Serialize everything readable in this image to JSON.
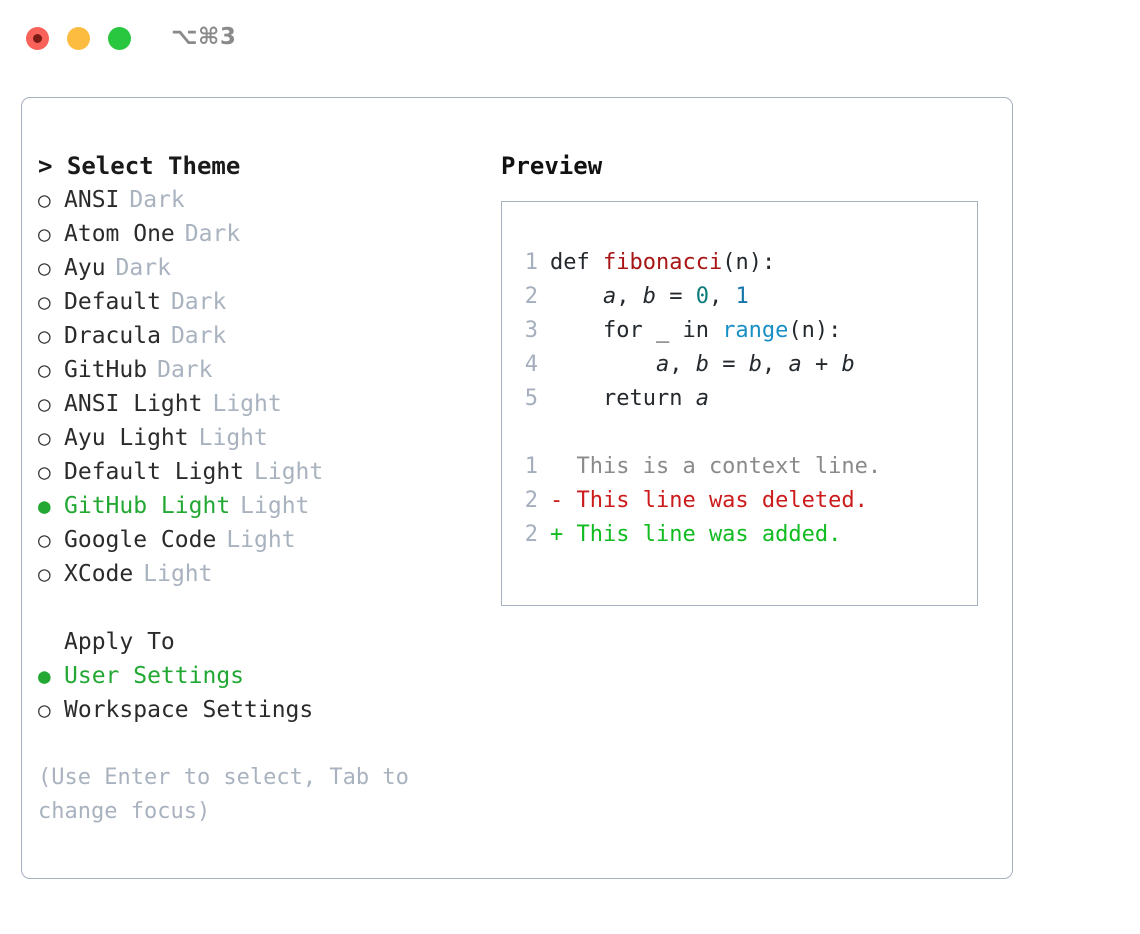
{
  "titlebar": {
    "shortcut": "⌥⌘3",
    "lights": [
      "close-red",
      "minimize-yellow",
      "zoom-green"
    ]
  },
  "theme_panel": {
    "heading": "> Select Theme",
    "items": [
      {
        "marker": "○",
        "name": "ANSI",
        "variant": "Dark",
        "selected": false
      },
      {
        "marker": "○",
        "name": "Atom One",
        "variant": "Dark",
        "selected": false
      },
      {
        "marker": "○",
        "name": "Ayu",
        "variant": "Dark",
        "selected": false
      },
      {
        "marker": "○",
        "name": "Default",
        "variant": "Dark",
        "selected": false
      },
      {
        "marker": "○",
        "name": "Dracula",
        "variant": "Dark",
        "selected": false
      },
      {
        "marker": "○",
        "name": "GitHub",
        "variant": "Dark",
        "selected": false
      },
      {
        "marker": "○",
        "name": "ANSI Light",
        "variant": "Light",
        "selected": false
      },
      {
        "marker": "○",
        "name": "Ayu Light",
        "variant": "Light",
        "selected": false
      },
      {
        "marker": "○",
        "name": "Default Light",
        "variant": "Light",
        "selected": false
      },
      {
        "marker": "●",
        "name": "GitHub Light",
        "variant": "Light",
        "selected": true
      },
      {
        "marker": "○",
        "name": "Google Code",
        "variant": "Light",
        "selected": false
      },
      {
        "marker": "○",
        "name": "XCode",
        "variant": "Light",
        "selected": false
      }
    ]
  },
  "apply_to": {
    "heading": "Apply To",
    "items": [
      {
        "marker": "●",
        "label": "User Settings",
        "selected": true
      },
      {
        "marker": "○",
        "label": "Workspace Settings",
        "selected": false
      }
    ]
  },
  "hint": "(Use Enter to select, Tab to change focus)",
  "preview": {
    "title": "Preview",
    "code_lines": [
      {
        "no": "1",
        "text": "def fibonacci(n):"
      },
      {
        "no": "2",
        "text": "    a, b = 0, 1"
      },
      {
        "no": "3",
        "text": "    for _ in range(n):"
      },
      {
        "no": "4",
        "text": "        a, b = b, a + b"
      },
      {
        "no": "5",
        "text": "    return a"
      }
    ],
    "diff_lines": [
      {
        "no": "1",
        "marker": " ",
        "text": "  This is a context line.",
        "kind": "context"
      },
      {
        "no": "2",
        "marker": "-",
        "text": "- This line was deleted.",
        "kind": "deleted"
      },
      {
        "no": "2",
        "marker": "+",
        "text": "+ This line was added.",
        "kind": "added"
      }
    ]
  },
  "colors": {
    "accent_green": "#22a833",
    "muted": "#a9b2bf",
    "border": "#a7b0bf",
    "function_red": "#a81515",
    "number_teal": "#0b7b7b",
    "call_blue": "#1a8fc4",
    "diff_deleted": "#cc1b1b",
    "diff_added": "#11bb22",
    "light_red": "#fa6158",
    "light_yellow": "#fcbc40",
    "light_green": "#29c73f"
  }
}
